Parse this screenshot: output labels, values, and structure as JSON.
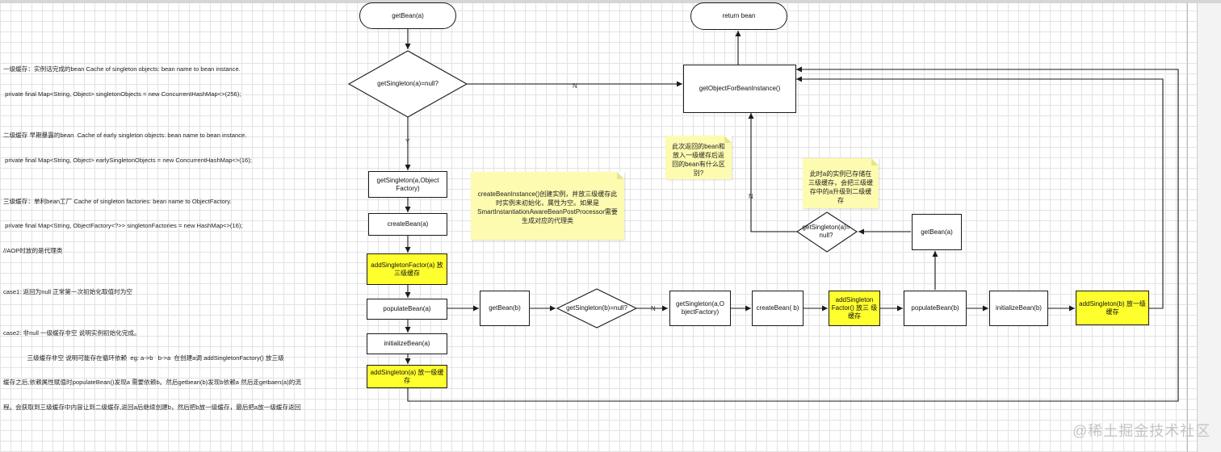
{
  "notes": {
    "lines": [
      "一级缓存：实例话完成的bean Cache of singleton objects: bean name to bean instance.",
      " private final Map<String, Object> singletonObjects = new ConcurrentHashMap<>(256);",
      "",
      "二级缓存 早期暴露的bean  Cache of early singleton objects: bean name to bean instance.",
      " private final Map<String, Object> earlySingletonObjects = new ConcurrentHashMap<>(16);",
      "",
      "三级缓存：单利bean工厂 Cache of singleton factories: bean name to ObjectFactory.",
      " private final Map<String, ObjectFactory<?>> singletonFactories = new HashMap<>(16);",
      "//AOP时放的是代理类",
      "",
      "case1: 返回为null 正常第一次初始化取值时为空",
      "",
      "case2: 非null 一级缓存非空 说明实例初始化完成。",
      "              三级缓存非空 说明可能存在循环依赖  eg: a->b   b->a  在创建a调 addSingletonFactory() 放三级",
      "缓存之后,依赖属性赋值时populateBean()发现a 需要依赖b。然后getbean(b)发现b依赖a 然后走getbaen(a)的流",
      "程。会获取到三级缓存中内容让到二级缓存,返回a后继续创建b，然后把b放一级缓存，最后把a放一级缓存返回"
    ]
  },
  "nodes": {
    "get_bean_a": "getBean(a)",
    "return_bean": "return bean",
    "get_object_for_bean_instance": "getObjectForBeanInstance()",
    "get_singleton_a_factory": "getSingleton(a,Object Factory)",
    "create_bean_a": "createBean(a)",
    "add_singleton_factory_a": "addSingletonFactor(a) 放三级缓存",
    "populate_bean_a": "populateBean(a)",
    "initialize_bean_a": "initializeBean(a)",
    "add_singleton_a": "addSingleton(a) 放一级缓存",
    "get_bean_b": "getBean(b)",
    "get_singleton_b_factory": "getSingleton(a,O bjectFactory)",
    "create_bean_b": "createBean( b)",
    "add_singleton_factory_b": "addSingleton Factor() 放三 级缓存",
    "populate_bean_b": "populateBean(b)",
    "initialize_bean_b": "initializeBean(b)",
    "add_singleton_b": "addSingleton(b) 放一级缓存",
    "get_bean_a_inner": "getBean(a)"
  },
  "decisions": {
    "get_singleton_a_null": "getSingleton(a)=null?",
    "get_singleton_b_null": "getSingleton(b)=null?",
    "get_singleton_a_null_inner": "getSingleton(a)= null?"
  },
  "edge_labels": {
    "n_top": "N",
    "y": "Y",
    "n_mid": "N",
    "n_inner": "N"
  },
  "stickies": {
    "create_bean_instance": "createBeanInstance()创建实例，并放三级缓存此时实例未初始化，属性为空。如果是SmartInstantiationAwareBeanPostProcessor需要生成对应的代理类",
    "question": "此次返回的bean和放入一级缓存后返回的bean有什么区别?",
    "upgrade": "此时a的实例已存储在三级缓存，会把三级缓存中的a升级到二级缓存"
  },
  "watermark": "@稀土掘金技术社区",
  "colors": {
    "highlight": "#ffff2e",
    "sticky": "#fdfbb0",
    "line": "#1a1a1a",
    "grid": "#e3e3e3"
  }
}
